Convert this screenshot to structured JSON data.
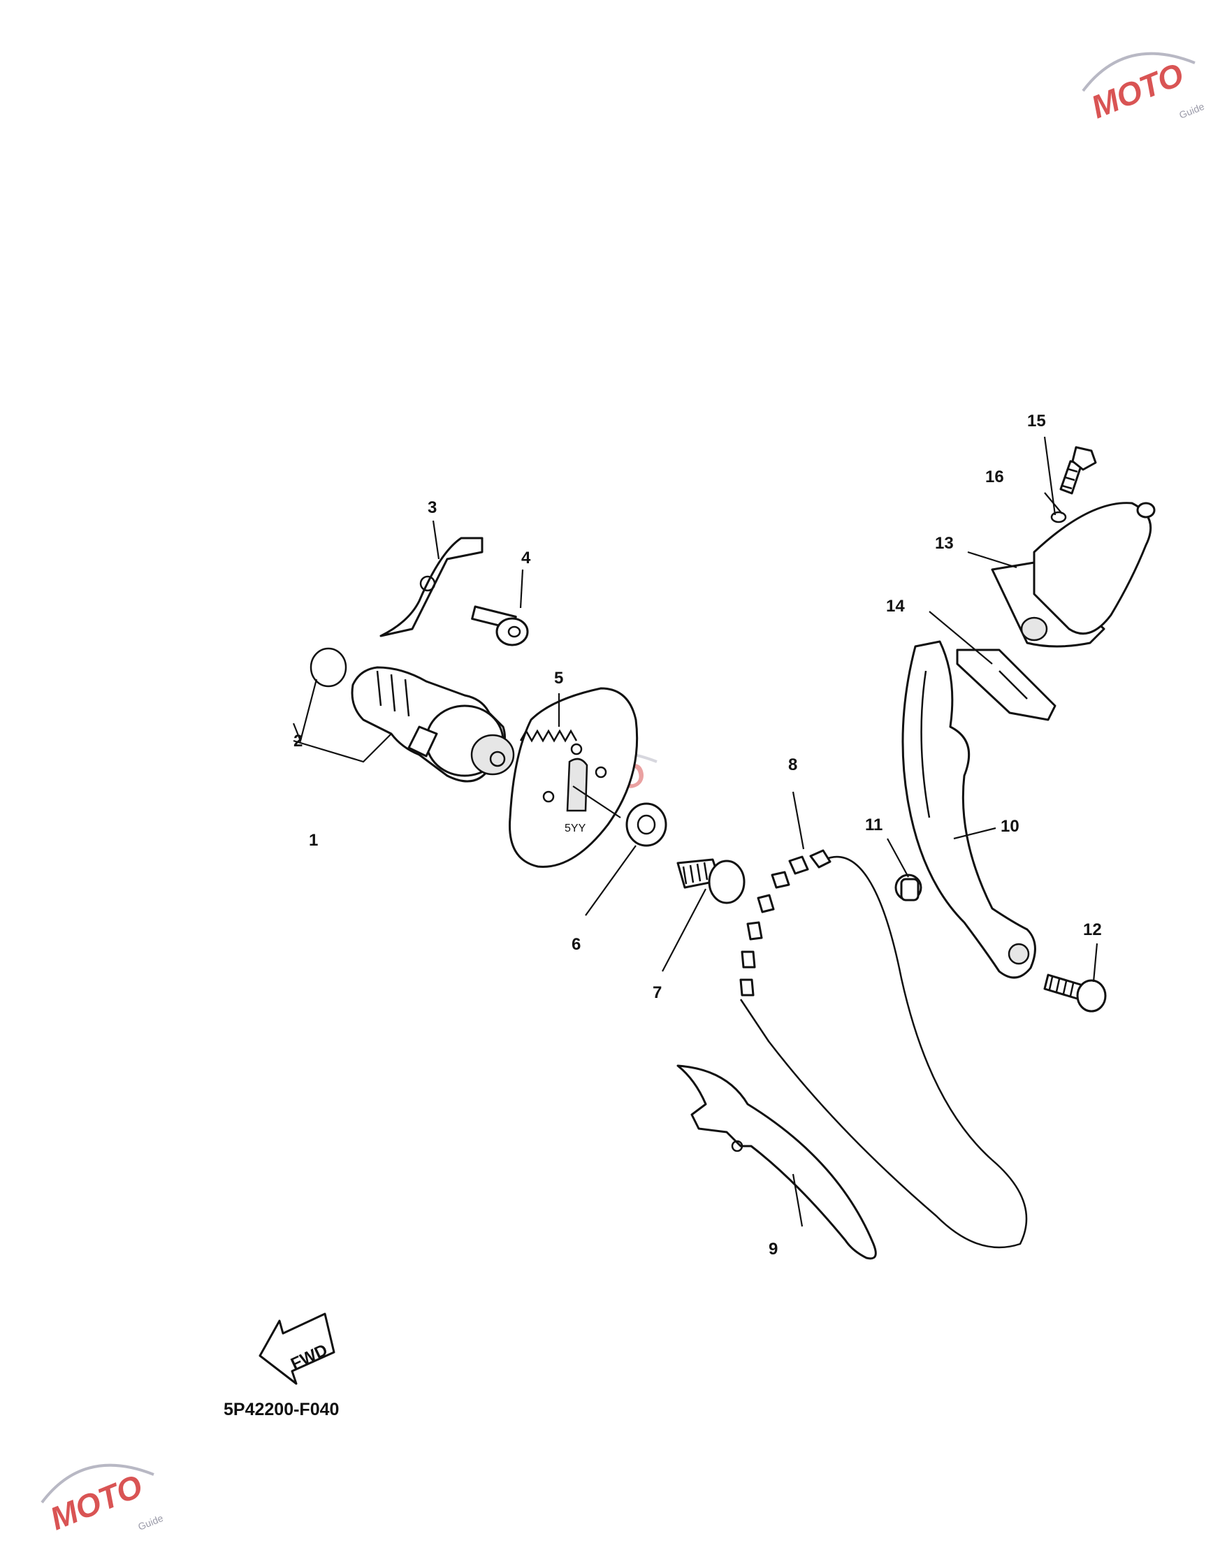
{
  "diagram": {
    "code": "5P42200-F040",
    "fwd_label": "FWD",
    "sprocket_marking": "5YY",
    "callouts": [
      "1",
      "2",
      "3",
      "4",
      "5",
      "6",
      "7",
      "8",
      "9",
      "10",
      "11",
      "12",
      "13",
      "14",
      "15",
      "16"
    ]
  },
  "watermark": {
    "logo_text": "MOTO",
    "logo_sub": "Guide",
    "colors": {
      "red": "#d02a2a",
      "blue": "#5a5aa8",
      "gray": "#b8b8c4"
    }
  }
}
